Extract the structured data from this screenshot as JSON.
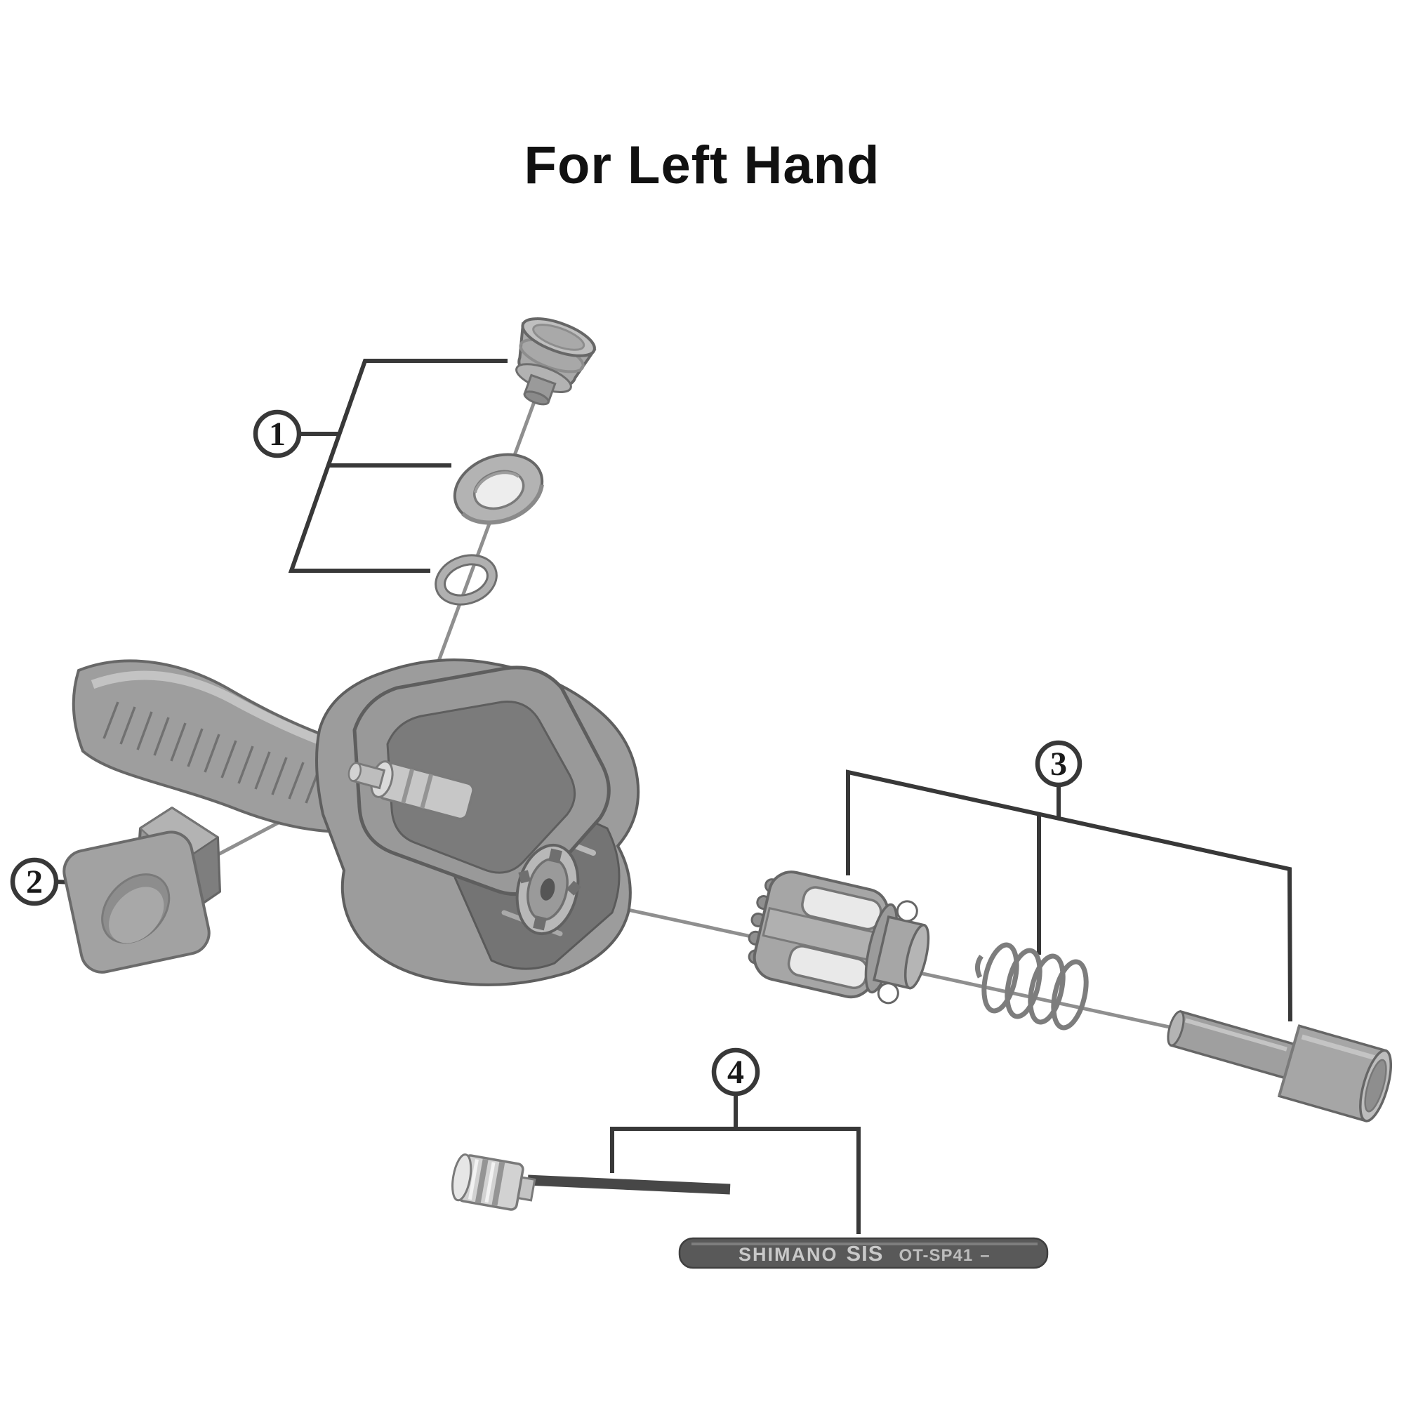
{
  "title": "For Left Hand",
  "callouts": [
    {
      "number": "1"
    },
    {
      "number": "2"
    },
    {
      "number": "3"
    },
    {
      "number": "4"
    }
  ],
  "cable_housing": {
    "brand": "SHIMANO",
    "system": "SIS",
    "model": "OT-SP41",
    "suffix": "–"
  },
  "colors": {
    "background": "#ffffff",
    "bracket_line": "#383838",
    "axis_line": "#8f8f8f",
    "part_base": "#a3a3a3",
    "part_dark": "#747474",
    "part_highlight": "#c6c6c6",
    "housing_fill": "#595959",
    "housing_text": "#c9c9c9",
    "cable": "#474747"
  }
}
